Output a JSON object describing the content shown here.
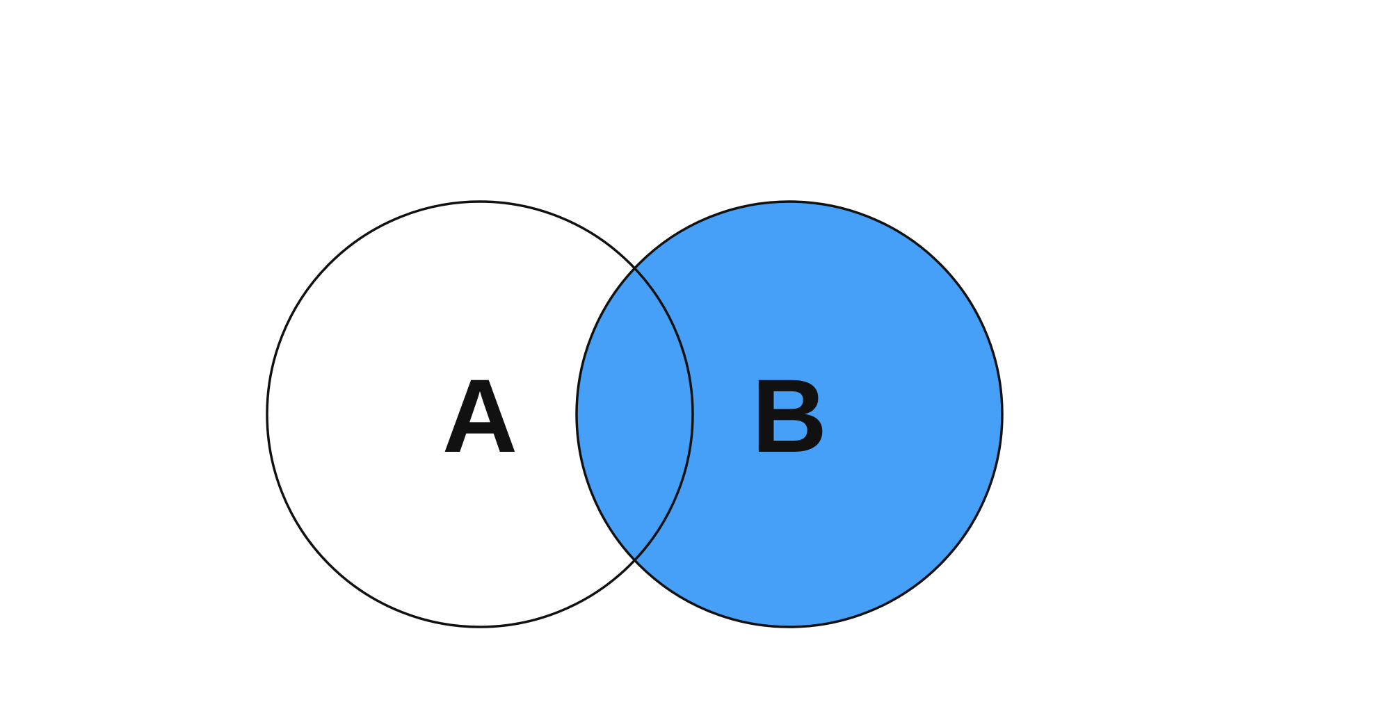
{
  "diagram": {
    "type": "venn",
    "sets": [
      {
        "id": "A",
        "label": "A",
        "highlighted": false
      },
      {
        "id": "B",
        "label": "B",
        "highlighted": true
      }
    ],
    "highlighted_region": "B",
    "colors": {
      "highlight_fill": "#47a0f8",
      "outline": "#111111",
      "background": "#ffffff"
    }
  }
}
